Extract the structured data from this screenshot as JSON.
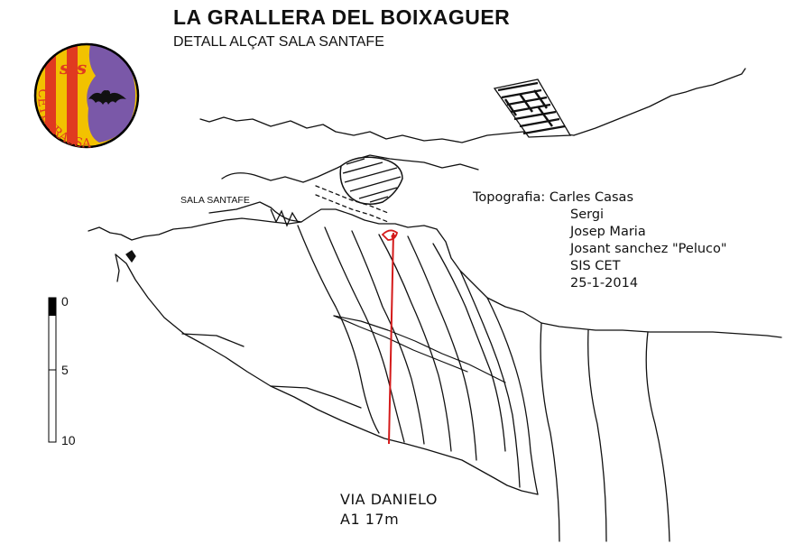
{
  "title": "LA GRALLERA DEL BOIXAGUER",
  "subtitle": "DETALL ALÇAT SALA SANTAFE",
  "hall_label": "SALA SANTAFE",
  "logo": {
    "icon": "bat-icon",
    "text_top": "sis",
    "text_ring": "CETERRASSA",
    "colors": {
      "yellow": "#f2c200",
      "red": "#e03a20",
      "purple": "#7a58a8"
    }
  },
  "credits": {
    "heading": "Topografia:",
    "names": [
      "Carles Casas",
      "Sergi",
      "Josep Maria",
      "Josant sanchez \"Peluco\"",
      "SIS CET",
      "25-1-2014"
    ]
  },
  "route": {
    "name": "VIA  DANIELO",
    "grade": "A1  17m",
    "rope_color": "#d41a1a"
  },
  "scale_bar": {
    "labels": [
      "0",
      "5",
      "10"
    ],
    "unit": "m"
  }
}
